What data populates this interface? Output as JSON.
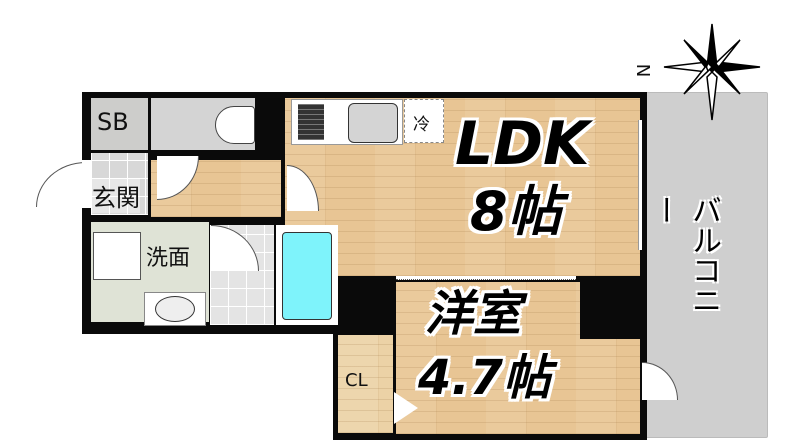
{
  "floorplan": {
    "rooms": {
      "ldk": {
        "name": "LDK",
        "size": "8帖"
      },
      "western_room": {
        "name": "洋室",
        "size": "4.7帖"
      },
      "balcony": {
        "name": "バルコニー"
      },
      "entrance": {
        "name": "玄関"
      },
      "washroom": {
        "name": "洗面"
      },
      "shoe_box": {
        "name": "SB"
      },
      "closet": {
        "name": "CL"
      },
      "fridge_space": {
        "name": "冷"
      }
    },
    "compass": {
      "north_label": "N"
    }
  },
  "colors": {
    "wall": "#0a0a0a",
    "wood_floor": "#e8c594",
    "balcony": "#cfcfcf",
    "bathtub": "#7ef3fb"
  }
}
